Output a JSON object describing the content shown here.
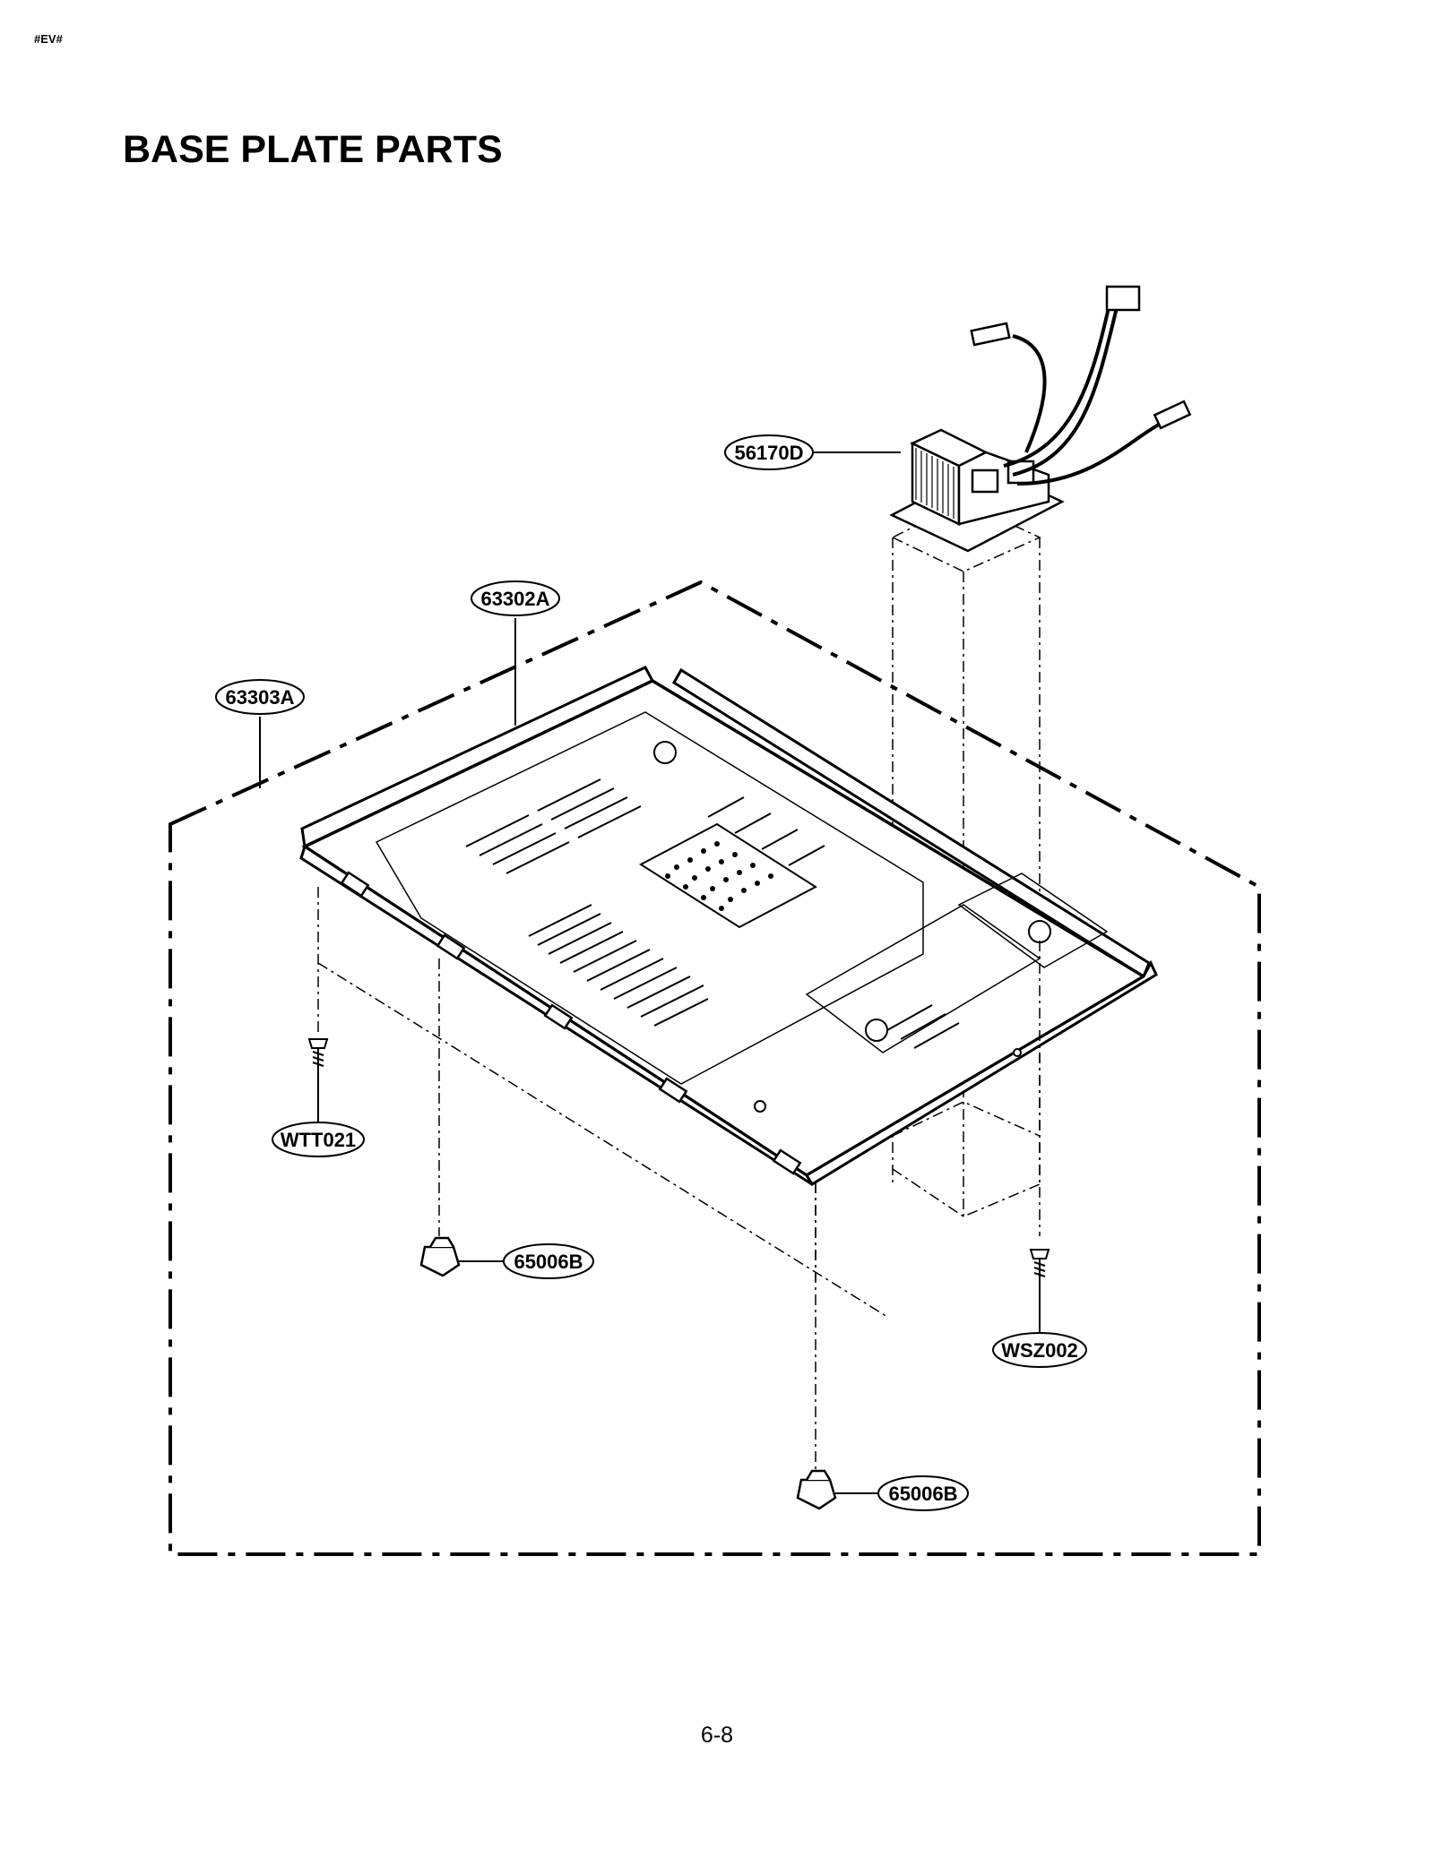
{
  "header": {
    "tag": "#EV#"
  },
  "title": "BASE PLATE PARTS",
  "footer": {
    "page_number": "6-8"
  },
  "callouts": [
    {
      "id": "transformer",
      "label": "56170D"
    },
    {
      "id": "base-plate",
      "label": "63302A"
    },
    {
      "id": "base-plate-assembly",
      "label": "63303A"
    },
    {
      "id": "screw-left",
      "label": "WTT021"
    },
    {
      "id": "foot-left",
      "label": "65006B"
    },
    {
      "id": "screw-right",
      "label": "WSZ002"
    },
    {
      "id": "foot-front",
      "label": "65006B"
    }
  ]
}
